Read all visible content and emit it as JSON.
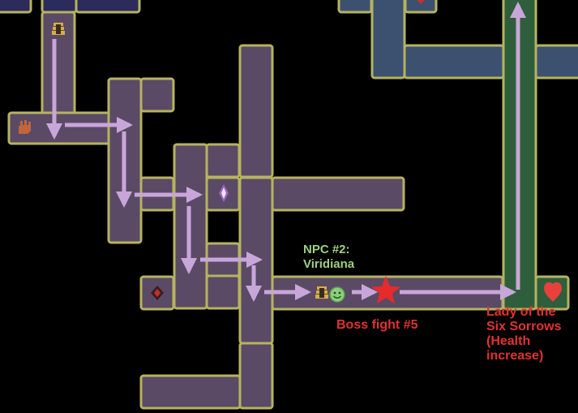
{
  "annotations": {
    "npc_label_line1": "NPC #2:",
    "npc_label_line2": "Viridiana",
    "boss_label": "Boss fight #5",
    "reward_label_line1": "Lady of the",
    "reward_label_line2": "Six Sorrows",
    "reward_label_line3": "(Health",
    "reward_label_line4": "increase)"
  },
  "icons": {
    "npc": "smiley-face-icon",
    "boss": "red-star-icon",
    "reward": "heart-icon",
    "altar": "prie-dieu-icon",
    "hand": "hand-icon",
    "relic": "relic-icon",
    "collectible": "collectible-icon"
  },
  "colors": {
    "room_purple": "#5a4a66",
    "room_blue": "#3c5170",
    "room_green": "#2e5e3c",
    "room_navy": "#2b2b5c",
    "room_border": "#b6b35f",
    "route_arrow": "#c9a6d9",
    "label_green": "#9fcf83",
    "label_red": "#e0332f"
  }
}
